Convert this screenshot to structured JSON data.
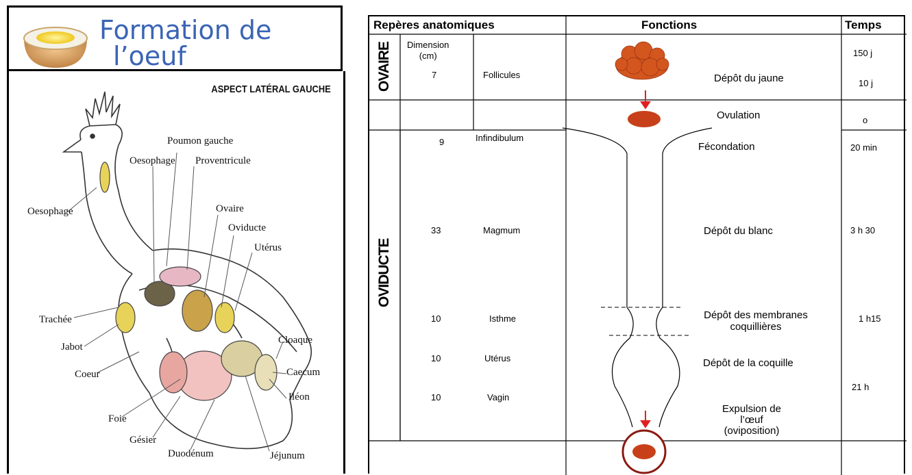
{
  "title": {
    "line1": "Formation de",
    "line2": "l’oeuf"
  },
  "hen": {
    "aspect": "ASPECT LATÉRAL GAUCHE",
    "labels": {
      "poumon": "Poumon gauche",
      "oesophage_top": "Oesophage",
      "proventricule": "Proventricule",
      "oesophage_left": "Oesophage",
      "ovaire": "Ovaire",
      "oviducte": "Oviducte",
      "uterus": "Utérus",
      "trachee": "Trachée",
      "jabot": "Jabot",
      "coeur": "Coeur",
      "foie": "Foie",
      "gesier": "Gésier",
      "duodenum": "Duodénum",
      "jejunum": "Jéjunum",
      "ileon": "Iléon",
      "caecum": "Caecum",
      "cloaque": "Cloaque"
    }
  },
  "table": {
    "headers": {
      "reperes": "Repères anatomiques",
      "fonctions": "Fonctions",
      "temps": "Temps"
    },
    "sections": {
      "ovaire": "OVAIRE",
      "oviducte": "OVIDUCTE"
    },
    "dimension_header": "Dimension\n(cm)",
    "rows": [
      {
        "dim": "7",
        "organ": "Follicules",
        "fonction": "Dépôt du jaune",
        "temps_a": "150 j",
        "temps_b": "10 j"
      },
      {
        "dim": "",
        "organ": "",
        "fonction": "Ovulation",
        "temps": "o"
      },
      {
        "dim": "9",
        "organ": "Infindibulum",
        "fonction": "Fécondation",
        "temps": "20 min"
      },
      {
        "dim": "33",
        "organ": "Magmum",
        "fonction": "Dépôt du blanc",
        "temps": "3 h 30"
      },
      {
        "dim": "10",
        "organ": "Isthme",
        "fonction_l1": "Dépôt des membranes",
        "fonction_l2": "coquillières",
        "temps": "1 h15"
      },
      {
        "dim": "10",
        "organ": "Utérus",
        "fonction": "Dépôt de la coquille",
        "temps": ""
      },
      {
        "dim": "10",
        "organ": "Vagin",
        "fonction_l1": "Expulsion de",
        "fonction_l2": "l’œuf",
        "fonction_l3": "(oviposition)",
        "temps": "21 h"
      }
    ]
  },
  "colors": {
    "title": "#3a64b4",
    "egg": "#c8401a",
    "arrow": "#e02020",
    "border": "#000000"
  }
}
